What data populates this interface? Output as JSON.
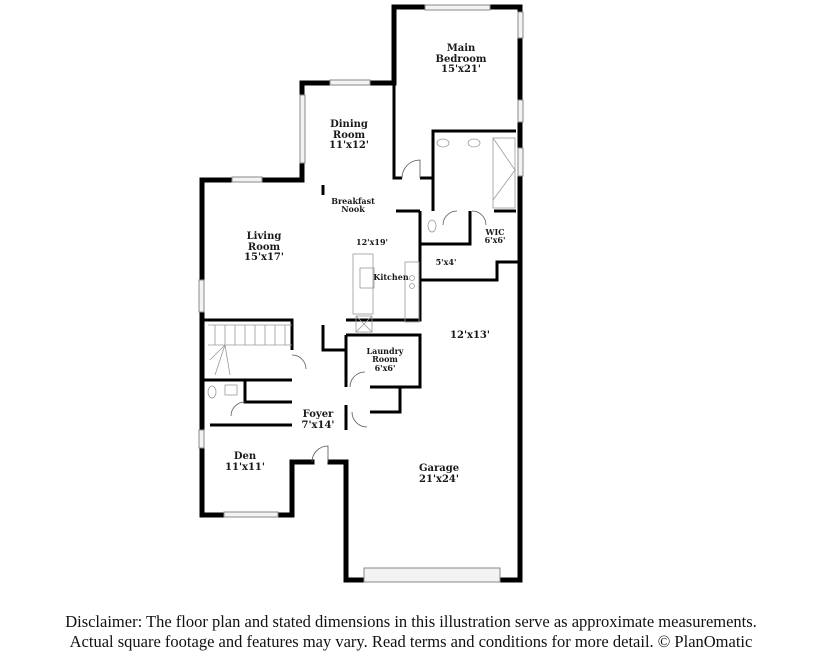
{
  "floor_plan": {
    "rooms": [
      {
        "id": "main-bedroom",
        "name": "Main Bedroom",
        "line1": "Main",
        "line2": "Bedroom",
        "dims": "15'x21'"
      },
      {
        "id": "dining-room",
        "name": "Dining Room",
        "line1": "Dining",
        "line2": "Room",
        "dims": "11'x12'"
      },
      {
        "id": "breakfast-nook",
        "name": "Breakfast Nook",
        "line1": "Breakfast",
        "line2": "Nook"
      },
      {
        "id": "living-room",
        "name": "Living Room",
        "line1": "Living",
        "line2": "Room",
        "dims": "15'x17'"
      },
      {
        "id": "kitchen",
        "name": "Kitchen",
        "line1": "Kitchen",
        "dims": "12'x19'"
      },
      {
        "id": "wic",
        "name": "WIC",
        "line1": "WIC",
        "dims": "6'x6'"
      },
      {
        "id": "bath-hall",
        "name": "Unlabeled room",
        "dims": "5'x4'"
      },
      {
        "id": "garage-ext",
        "name": "Unlabeled room",
        "dims": "12'x13'"
      },
      {
        "id": "laundry-room",
        "name": "Laundry Room",
        "line1": "Laundry",
        "line2": "Room",
        "dims": "6'x6'"
      },
      {
        "id": "foyer",
        "name": "Foyer",
        "line1": "Foyer",
        "dims": "7'x14'"
      },
      {
        "id": "den",
        "name": "Den",
        "line1": "Den",
        "dims": "11'x11'"
      },
      {
        "id": "garage",
        "name": "Garage",
        "line1": "Garage",
        "dims": "21'x24'"
      }
    ]
  },
  "disclaimer": {
    "line1": "Disclaimer: The floor plan and stated dimensions in this illustration serve as approximate measurements.",
    "line2": "Actual square footage and features may vary. Read terms and conditions for more detail. © PlanOmatic"
  },
  "colors": {
    "wall": "#000000",
    "fixture": "#9a9a9a",
    "background": "#ffffff"
  }
}
